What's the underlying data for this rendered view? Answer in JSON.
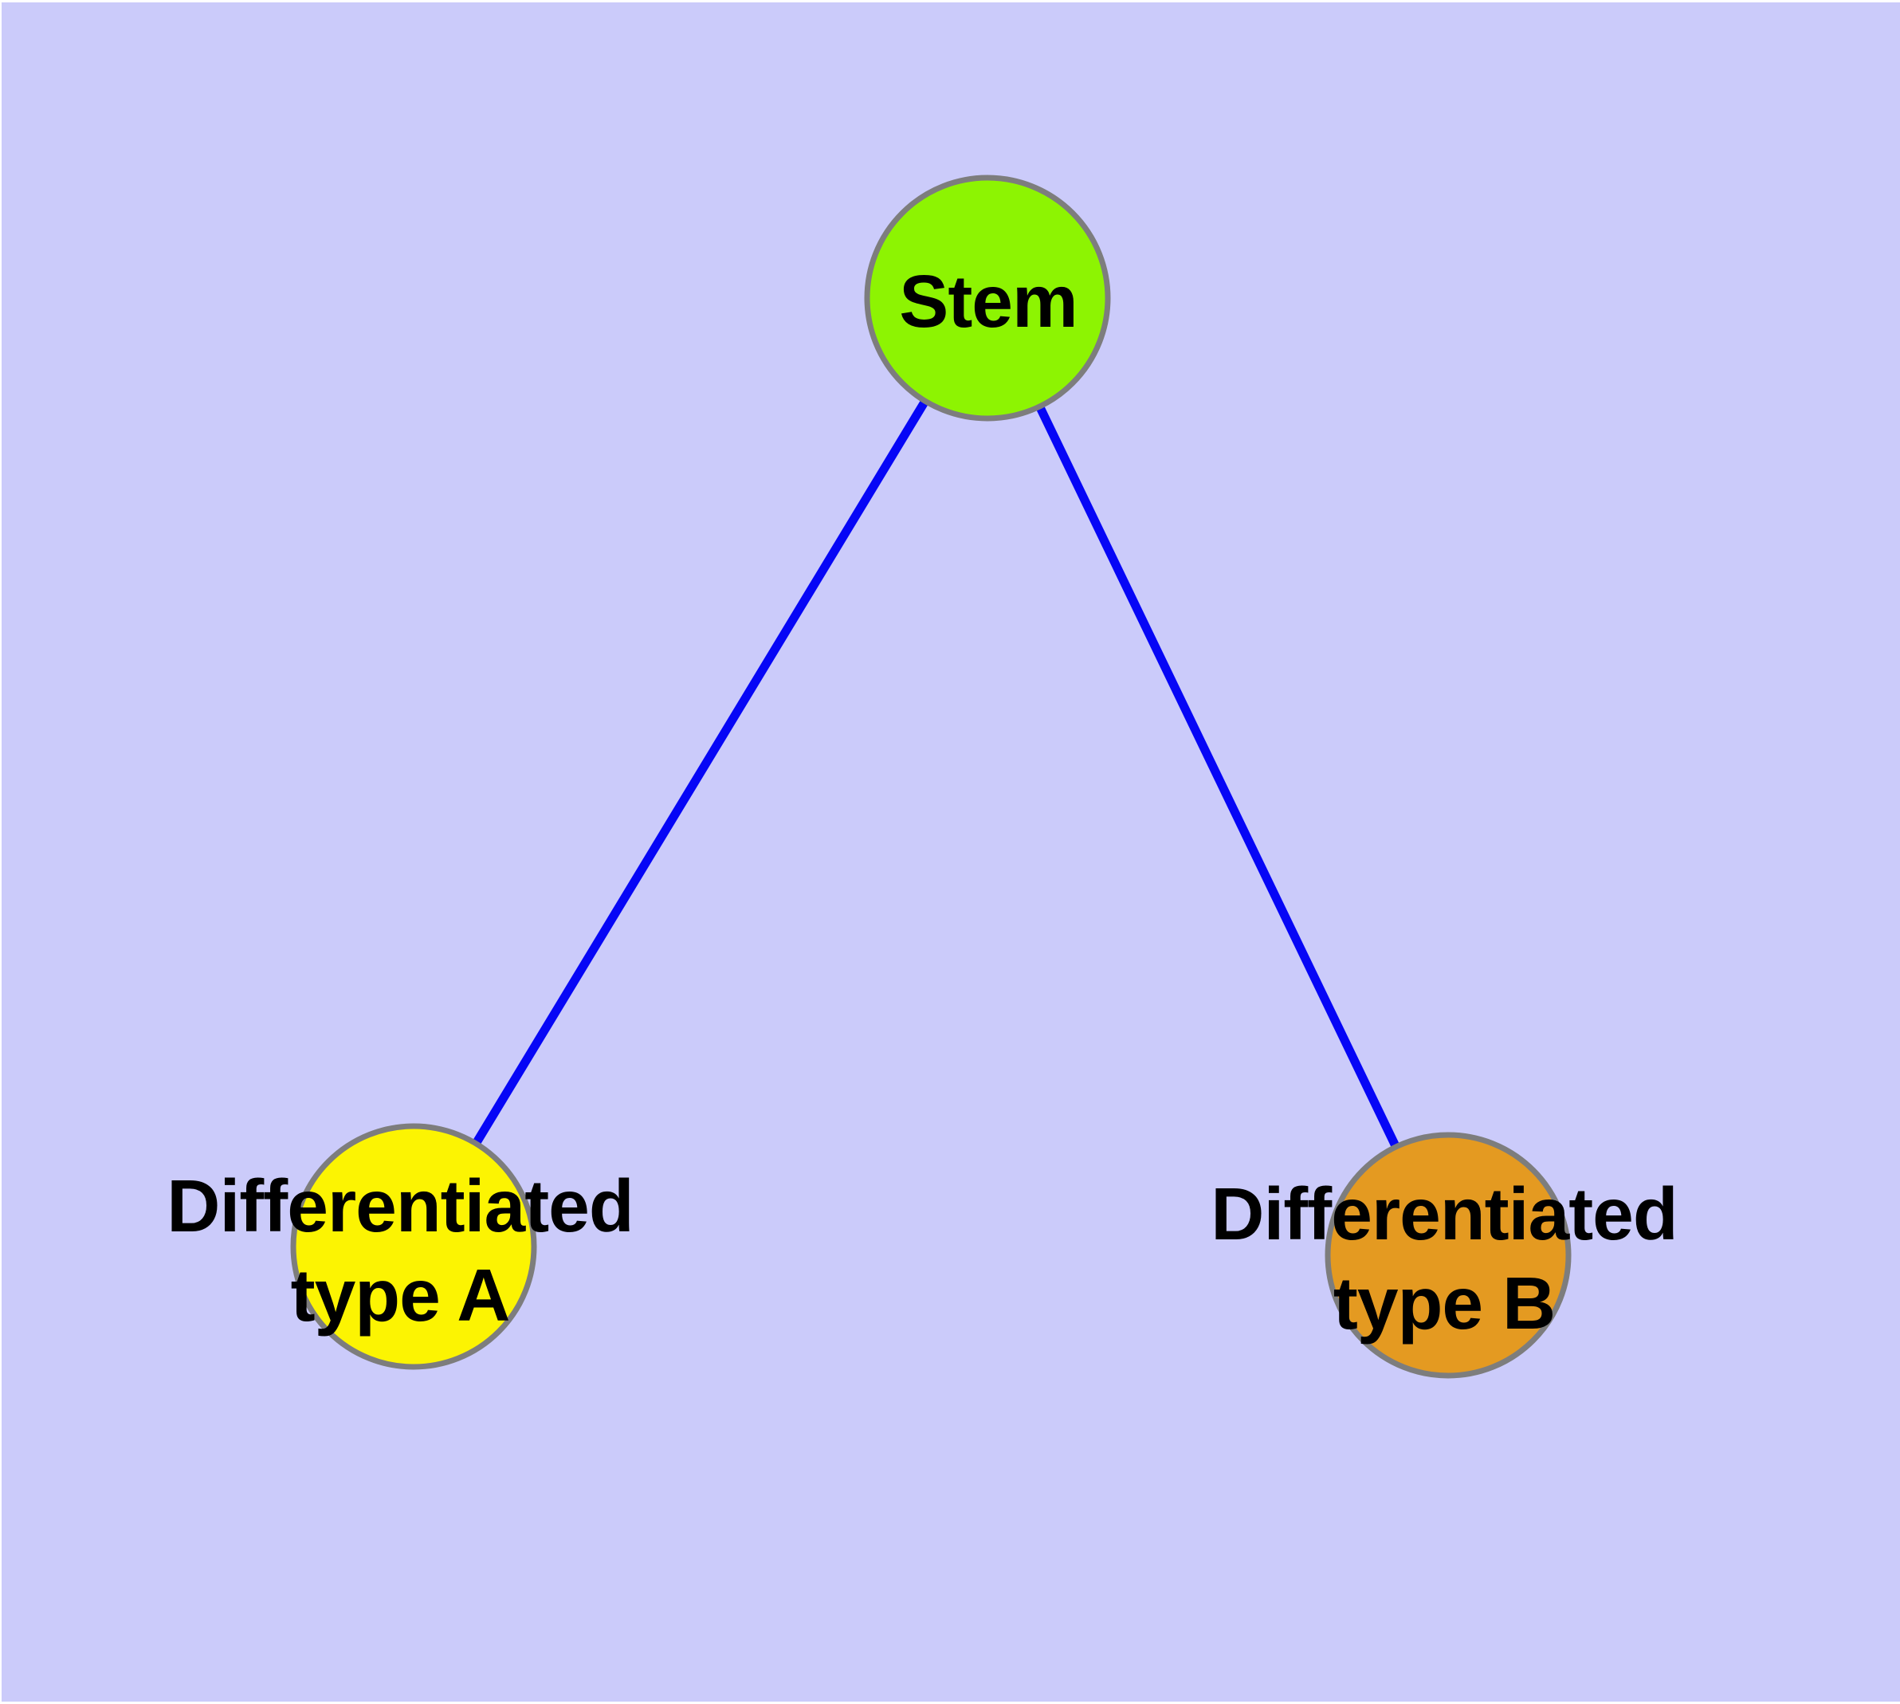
{
  "diagram": {
    "type": "graph",
    "background_color": "#CBCBFA",
    "edge_color": "#0606F6",
    "node_border_color": "#7D7D7D",
    "text_color": "#000000",
    "nodes": [
      {
        "id": "stem",
        "label": "Stem",
        "fill": "#8DF402"
      },
      {
        "id": "type-a",
        "label_line1": "Differentiated",
        "label_line2": "type A",
        "fill": "#FCF402"
      },
      {
        "id": "type-b",
        "label_line1": "Differentiated",
        "label_line2": "type B",
        "fill": "#E49A21"
      }
    ],
    "edges": [
      {
        "from": "Stem",
        "to": "Differentiated type A"
      },
      {
        "from": "Stem",
        "to": "Differentiated type B"
      }
    ]
  }
}
